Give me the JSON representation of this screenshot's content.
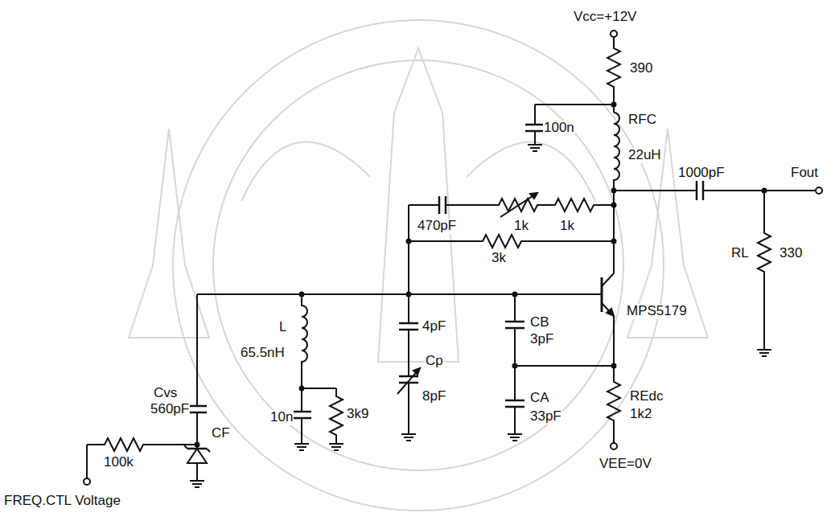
{
  "diagram": {
    "labels": [
      "Vcc=+12V",
      "390",
      "100n",
      "RFC",
      "22uH",
      "1000pF",
      "Fout",
      "470pF",
      "1k",
      "1k",
      "3k",
      "RL",
      "330",
      "MPS5179",
      "L",
      "65.5nH",
      "CB",
      "3pF",
      "4pF",
      "Cp",
      "8pF",
      "CA",
      "33pF",
      "REdc",
      "1k2",
      "VEE=0V",
      "Cvs",
      "560pF",
      "CF",
      "100k",
      "10n",
      "3k9",
      "FREQ.CTL Voltage"
    ]
  }
}
